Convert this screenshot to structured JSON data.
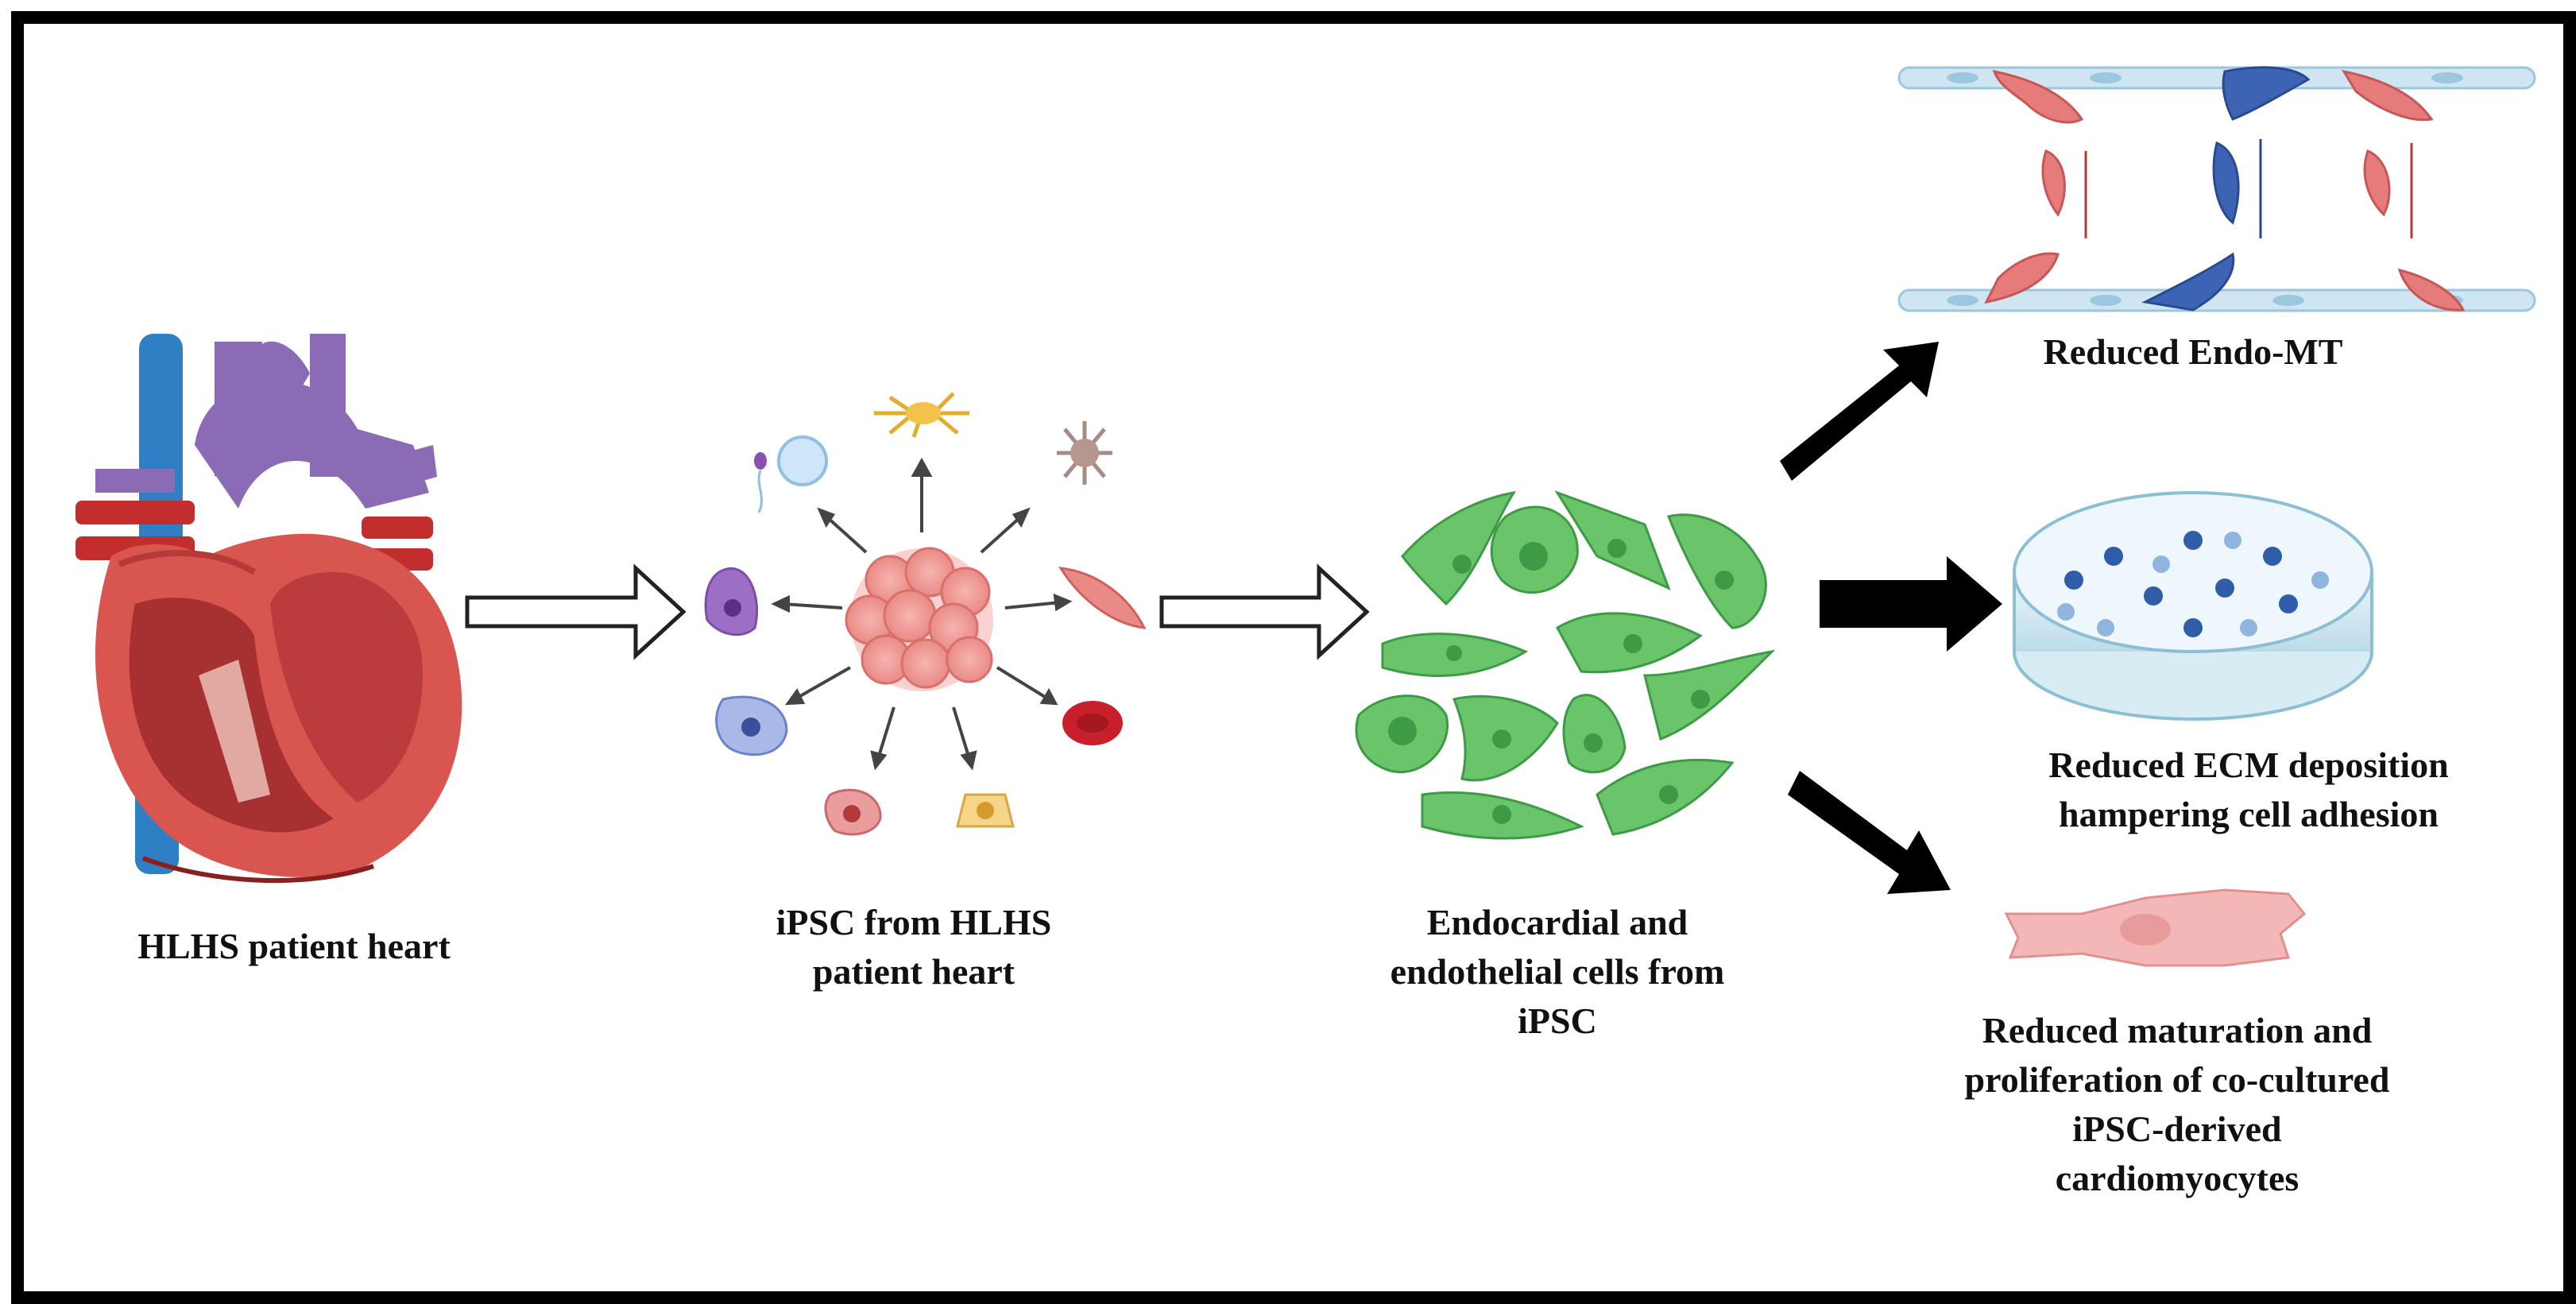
{
  "labels": {
    "heart": "HLHS patient heart",
    "ipsc_line1": "iPSC from HLHS",
    "ipsc_line2": "patient heart",
    "endo_line1": "Endocardial and",
    "endo_line2": "endothelial cells from",
    "endo_line3": "iPSC",
    "endomt": "Reduced Endo-MT",
    "ecm_line1": "Reduced ECM deposition",
    "ecm_line2": "hampering cell adhesion",
    "cm_line1": "Reduced maturation and",
    "cm_line2": "proliferation of co-cultured",
    "cm_line3": "iPSC-derived",
    "cm_line4": "cardiomyocytes"
  },
  "colors": {
    "frame": "#000000",
    "heart_red": "#d9554f",
    "vessel_blue": "#2f7fc4",
    "vessel_purple": "#8a6bb4",
    "artery_red": "#c42d2d",
    "endothelial_green": "#6ac46a",
    "mesenchymal_red": "#e57b7b",
    "mesenchymal_blue": "#3d64b4",
    "petri_dish": "#c9e3ef",
    "cardiomyocyte": "#f4b7b7"
  }
}
